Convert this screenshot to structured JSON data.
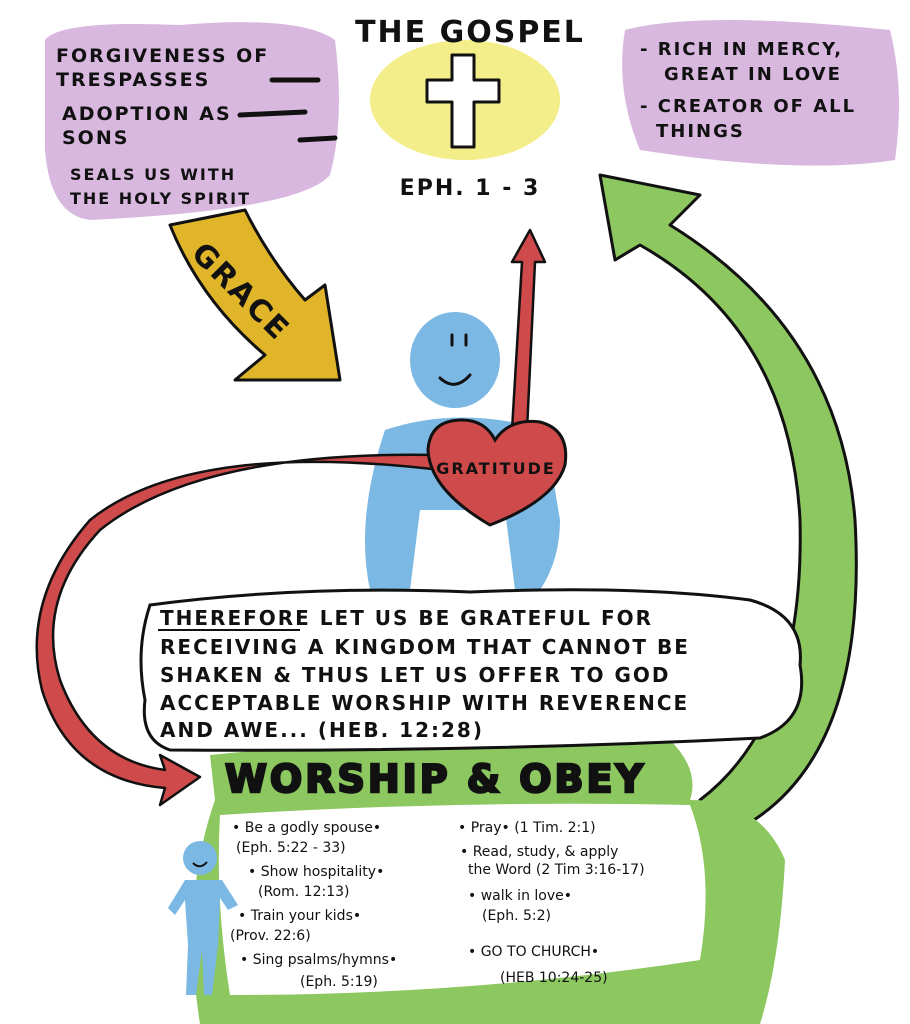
{
  "title": "THE GOSPEL",
  "reference": "EPH. 1 - 3",
  "left_blessings": [
    "FORGIVENESS OF",
    "TRESPASSES",
    "ADOPTION AS",
    "SONS",
    "SEALS US WITH",
    "THE HOLY SPIRIT"
  ],
  "right_attributes": [
    "- RICH IN MERCY,",
    "GREAT IN LOVE",
    "- CREATOR OF ALL",
    "THINGS"
  ],
  "grace_label": "GRACE",
  "heart_label": "GRATITUDE",
  "verse": {
    "lines": [
      "THEREFORE LET US BE GRATEFUL FOR",
      "RECEIVING A KINGDOM THAT CANNOT BE",
      "SHAKEN & THUS LET US OFFER TO GOD",
      "ACCEPTABLE WORSHIP WITH REVERENCE",
      "AND AWE...   (HEB. 12:28)"
    ]
  },
  "worship_heading": "WORSHIP & OBEY",
  "actions_left": [
    [
      "• Be a godly spouse•",
      "(Eph. 5:22 - 33)"
    ],
    [
      "• Show hospitality•",
      "(Rom. 12:13)"
    ],
    [
      "• Train your kids•",
      "(Prov. 22:6)"
    ],
    [
      "• Sing psalms/hymns•",
      "(Eph. 5:19)"
    ]
  ],
  "actions_right": [
    [
      "• Pray• (1 Tim. 2:1)",
      ""
    ],
    [
      "• Read, study, & apply",
      "the Word (2 Tim 3:16-17)"
    ],
    [
      "• walk in love•",
      "(Eph. 5:2)"
    ],
    [
      "• GO TO CHURCH•",
      "(HEB 10:24-25)"
    ]
  ],
  "colors": {
    "purple": "#d9b8e0",
    "yellow": "#f3ee8a",
    "grace_arrow": "#e0b52a",
    "person_blue": "#7cb8e4",
    "heart_red": "#cf4a4a",
    "green": "#8cc760"
  }
}
